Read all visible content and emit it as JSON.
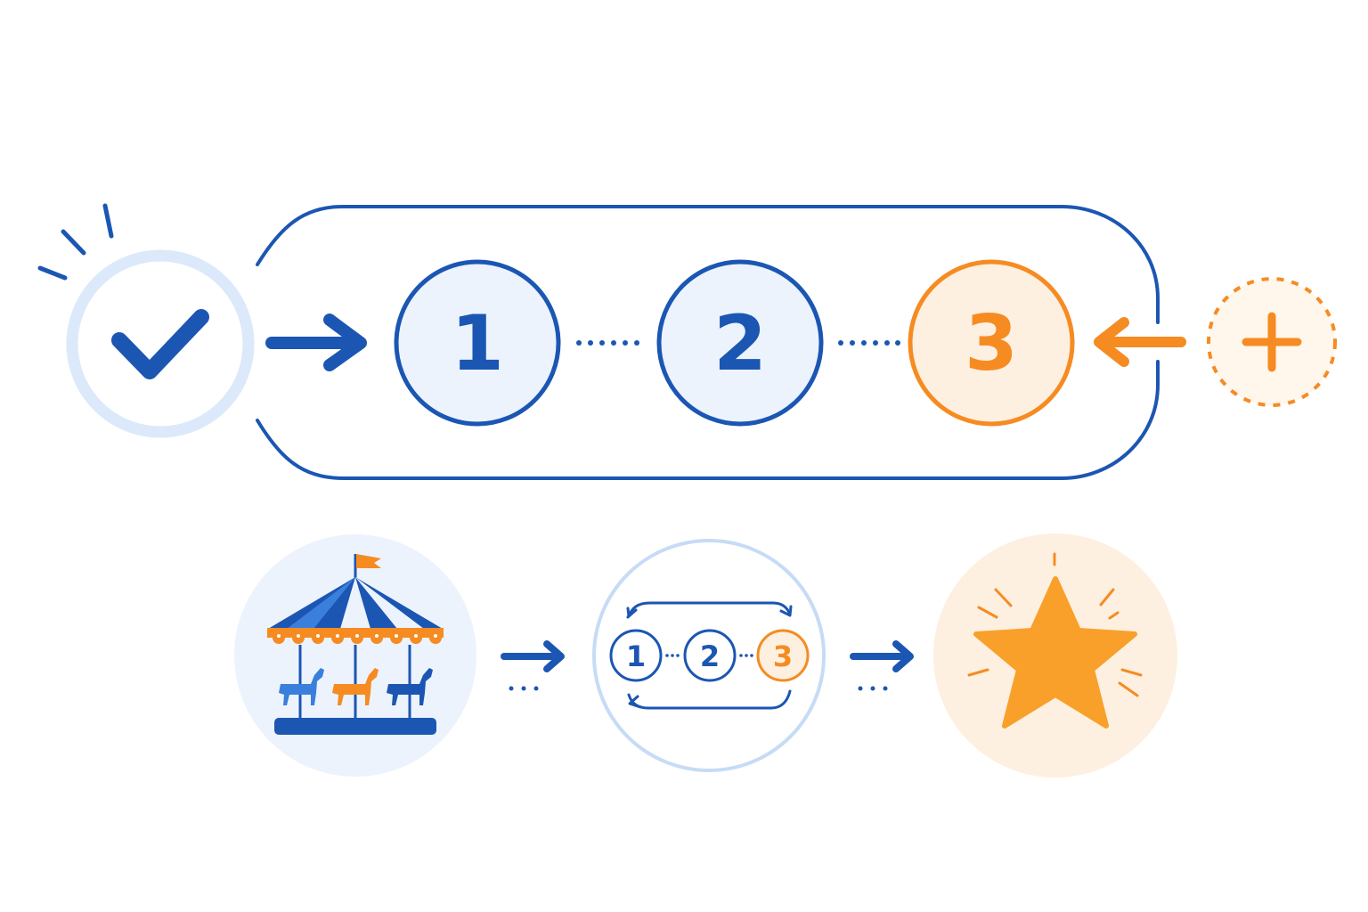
{
  "colors": {
    "blue": "#1b56b3",
    "light_blue": "#dce9fb",
    "pale_blue": "#ecf3fd",
    "orange": "#f68b22",
    "pale_orange": "#fdf0e0"
  },
  "steps": [
    {
      "label": "1"
    },
    {
      "label": "2"
    },
    {
      "label": "3"
    }
  ],
  "icons": {
    "done": "check-icon",
    "add": "plus-icon",
    "carousel": "carousel-icon",
    "loop": "loop-icon",
    "result": "star-icon"
  }
}
